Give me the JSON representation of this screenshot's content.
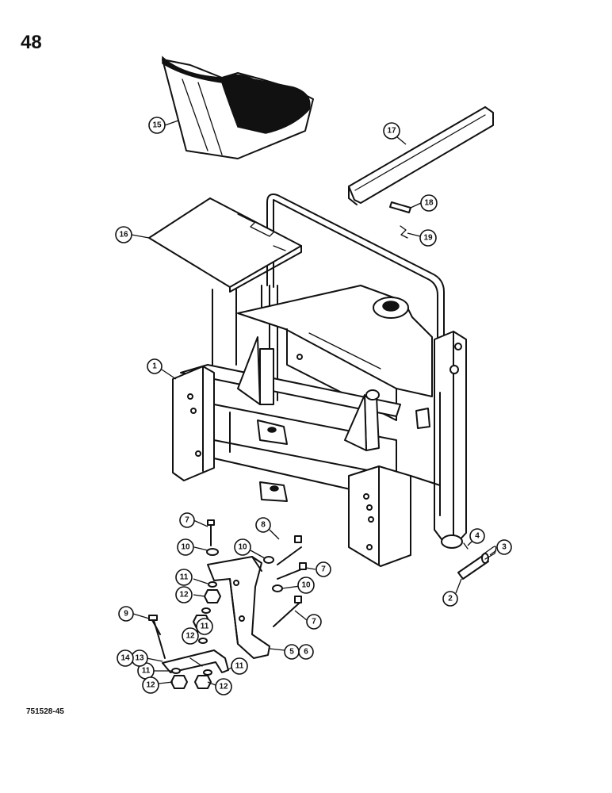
{
  "page": {
    "number": "48",
    "figure_code": "751528-45"
  },
  "callouts": [
    {
      "id": "c1",
      "label": "1"
    },
    {
      "id": "c2",
      "label": "2"
    },
    {
      "id": "c3",
      "label": "3"
    },
    {
      "id": "c4",
      "label": "4"
    },
    {
      "id": "c5",
      "label": "5"
    },
    {
      "id": "c6",
      "label": "6"
    },
    {
      "id": "c7a",
      "label": "7"
    },
    {
      "id": "c7b",
      "label": "7"
    },
    {
      "id": "c7c",
      "label": "7"
    },
    {
      "id": "c8",
      "label": "8"
    },
    {
      "id": "c9",
      "label": "9"
    },
    {
      "id": "c10a",
      "label": "10"
    },
    {
      "id": "c10b",
      "label": "10"
    },
    {
      "id": "c10c",
      "label": "10"
    },
    {
      "id": "c11a",
      "label": "11"
    },
    {
      "id": "c11b",
      "label": "11"
    },
    {
      "id": "c11c",
      "label": "11"
    },
    {
      "id": "c11d",
      "label": "11"
    },
    {
      "id": "c12a",
      "label": "12"
    },
    {
      "id": "c12b",
      "label": "12"
    },
    {
      "id": "c12c",
      "label": "12"
    },
    {
      "id": "c12d",
      "label": "12"
    },
    {
      "id": "c13",
      "label": "13"
    },
    {
      "id": "c14",
      "label": "14"
    },
    {
      "id": "c15",
      "label": "15"
    },
    {
      "id": "c16",
      "label": "16"
    },
    {
      "id": "c17",
      "label": "17"
    },
    {
      "id": "c18",
      "label": "18"
    },
    {
      "id": "c19",
      "label": "19"
    }
  ]
}
